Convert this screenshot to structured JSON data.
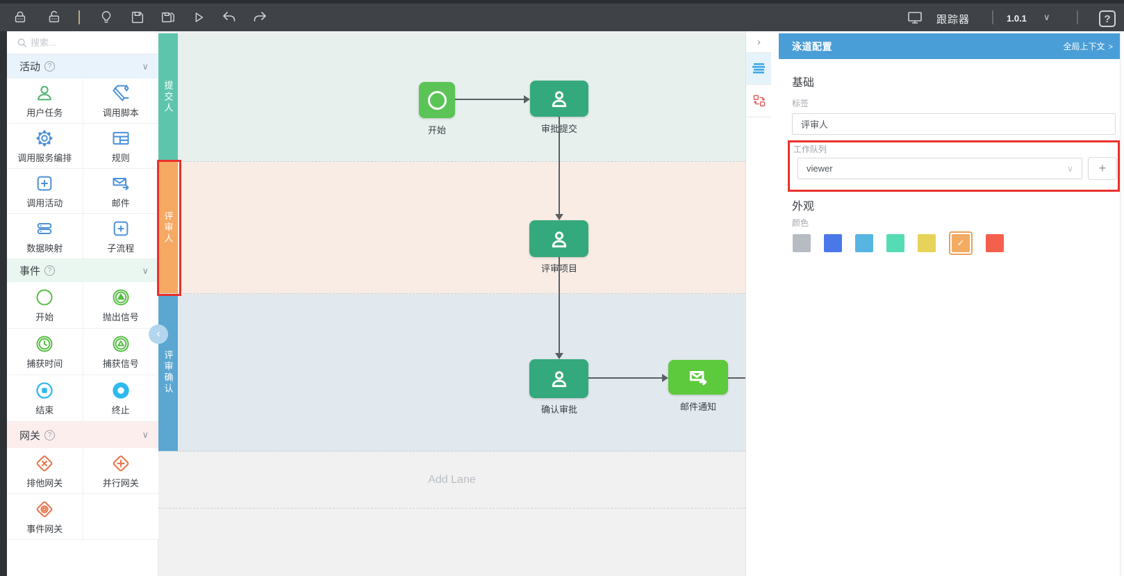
{
  "toolbar": {
    "left_icons": [
      "lock-closed-icon",
      "lock-open-icon",
      "divider",
      "lightbulb-icon",
      "save-icon",
      "save-all-icon",
      "run-icon",
      "undo-icon",
      "redo-icon"
    ],
    "right": {
      "monitor_icon": "monitor-icon",
      "tracker_label": "跟踪器",
      "version": "1.0.1",
      "version_chevron": "∨",
      "help_label": "?"
    }
  },
  "sidebar": {
    "search_placeholder": "搜索...",
    "sections": [
      {
        "title": "活动",
        "items": [
          {
            "label": "用户任务",
            "icon": "user-task-icon"
          },
          {
            "label": "调用脚本",
            "icon": "script-icon"
          },
          {
            "label": "调用服务编排",
            "icon": "gear-icon"
          },
          {
            "label": "规则",
            "icon": "rule-table-icon"
          },
          {
            "label": "调用活动",
            "icon": "call-activity-icon"
          },
          {
            "label": "邮件",
            "icon": "mail-icon"
          },
          {
            "label": "数据映射",
            "icon": "data-mapping-icon"
          },
          {
            "label": "子流程",
            "icon": "subprocess-icon"
          }
        ]
      },
      {
        "title": "事件",
        "items": [
          {
            "label": "开始",
            "icon": "start-event-icon"
          },
          {
            "label": "抛出信号",
            "icon": "throw-signal-icon"
          },
          {
            "label": "捕获时间",
            "icon": "catch-timer-icon"
          },
          {
            "label": "捕获信号",
            "icon": "catch-signal-icon"
          },
          {
            "label": "结束",
            "icon": "end-event-icon"
          },
          {
            "label": "终止",
            "icon": "terminate-event-icon"
          }
        ]
      },
      {
        "title": "网关",
        "items": [
          {
            "label": "排他网关",
            "icon": "exclusive-gateway-icon"
          },
          {
            "label": "并行网关",
            "icon": "parallel-gateway-icon"
          },
          {
            "label": "事件网关",
            "icon": "event-gateway-icon"
          }
        ]
      }
    ]
  },
  "canvas": {
    "lanes": [
      {
        "label": "提交人",
        "header_color": "#5ec5ad",
        "body_color": "#e7f0ed",
        "annotated": false
      },
      {
        "label": "评审人",
        "header_color": "#f5a963",
        "body_color": "#f9ece5",
        "annotated": true
      },
      {
        "label": "评审确认",
        "header_color": "#5ba7d1",
        "body_color": "#e2e9ee",
        "annotated": false
      }
    ],
    "add_lane_label": "Add Lane",
    "nodes": [
      {
        "label": "开始",
        "type": "start-event",
        "color": "#5bc457"
      },
      {
        "label": "审批提交",
        "type": "user-task",
        "color": "#35a97e"
      },
      {
        "label": "评审项目",
        "type": "user-task",
        "color": "#35a97e"
      },
      {
        "label": "确认审批",
        "type": "user-task",
        "color": "#35a97e"
      },
      {
        "label": "邮件通知",
        "type": "mail-task",
        "color": "#5dc93c"
      }
    ]
  },
  "panel": {
    "title": "泳道配置",
    "context_link": "全局上下文",
    "context_chevron": ">",
    "basic_section": "基础",
    "label_field": {
      "label": "标签",
      "value": "评审人"
    },
    "queue_field": {
      "label": "工作队列",
      "value": "viewer",
      "chevron": "∨",
      "add_button": "+",
      "annotated": true
    },
    "appearance_section": "外观",
    "color_label": "颜色",
    "colors": [
      "#b7bcc3",
      "#4a78e8",
      "#58b5e2",
      "#55dcb4",
      "#e8d35a",
      "#f4ab62",
      "#f4604e"
    ],
    "selected_color_index": 5,
    "selected_check": "✓"
  },
  "annotation_color": "#e8312e",
  "misc": {
    "collapse_left": "‹",
    "collapse_right": "›"
  }
}
